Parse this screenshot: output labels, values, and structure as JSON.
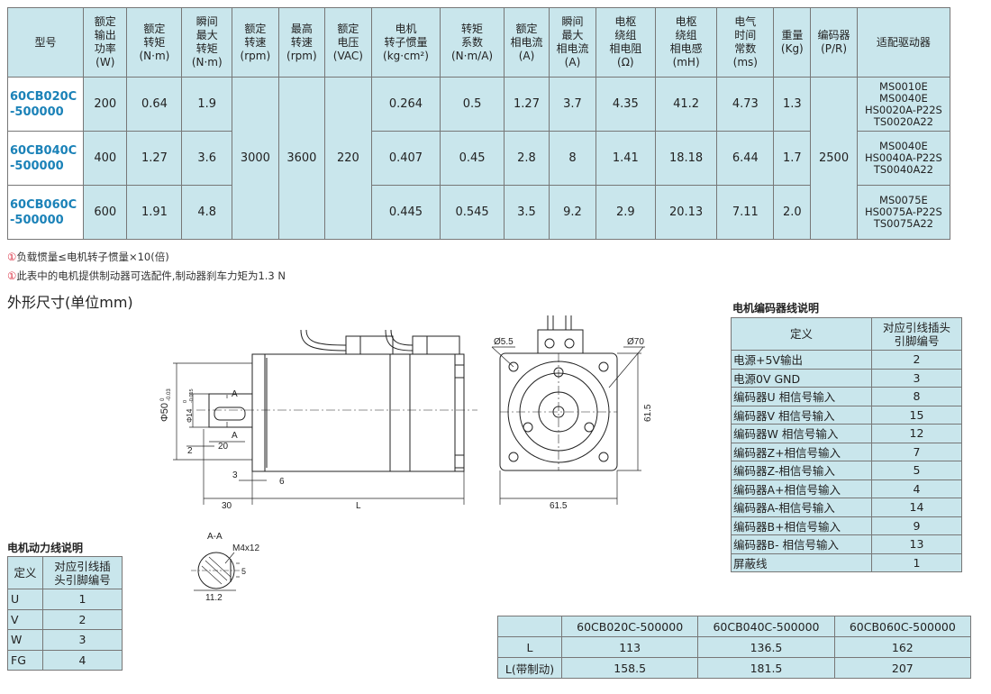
{
  "spec_table": {
    "headers": {
      "model": "型号",
      "rated_power": [
        "额定",
        "输出",
        "功率",
        "(W)"
      ],
      "rated_torque": [
        "额定",
        "转矩",
        "(N·m)"
      ],
      "peak_torque": [
        "瞬间",
        "最大",
        "转矩",
        "(N·m)"
      ],
      "rated_speed": [
        "额定",
        "转速",
        "(rpm)"
      ],
      "max_speed": [
        "最高",
        "转速",
        "(rpm)"
      ],
      "rated_voltage": [
        "额定",
        "电压",
        "(VAC)"
      ],
      "inertia": [
        "电机",
        "转子惯量",
        "(kg·cm²)"
      ],
      "torque_constant": [
        "转矩",
        "系数",
        "(N·m/A)"
      ],
      "rated_current": [
        "额定",
        "相电流",
        "(A)"
      ],
      "peak_current": [
        "瞬间",
        "最大",
        "相电流",
        "(A)"
      ],
      "resistance": [
        "电枢",
        "绕组",
        "相电阻",
        "(Ω)"
      ],
      "inductance": [
        "电枢",
        "绕组",
        "相电感",
        "(mH)"
      ],
      "time_constant": [
        "电气",
        "时间",
        "常数",
        "(ms)"
      ],
      "weight": [
        "重量",
        "(Kg)"
      ],
      "encoder": [
        "编码器",
        "(P/R)"
      ],
      "driver": "适配驱动器"
    },
    "shared": {
      "rated_speed": "3000",
      "max_speed": "3600",
      "rated_voltage": "220",
      "encoder": "2500"
    },
    "rows": [
      {
        "model": [
          "60CB020C",
          "-500000"
        ],
        "rated_power": "200",
        "rated_torque": "0.64",
        "peak_torque": "1.9",
        "inertia": "0.264",
        "torque_constant": "0.5",
        "rated_current": "1.27",
        "peak_current": "3.7",
        "resistance": "4.35",
        "inductance": "41.2",
        "time_constant": "4.73",
        "weight": "1.3",
        "driver": [
          "MS0010E",
          "MS0040E",
          "HS0020A-P22S",
          "TS0020A22"
        ]
      },
      {
        "model": [
          "60CB040C",
          "-500000"
        ],
        "rated_power": "400",
        "rated_torque": "1.27",
        "peak_torque": "3.6",
        "inertia": "0.407",
        "torque_constant": "0.45",
        "rated_current": "2.8",
        "peak_current": "8",
        "resistance": "1.41",
        "inductance": "18.18",
        "time_constant": "6.44",
        "weight": "1.7",
        "driver": [
          "MS0040E",
          "HS0040A-P22S",
          "TS0040A22"
        ]
      },
      {
        "model": [
          "60CB060C",
          "-500000"
        ],
        "rated_power": "600",
        "rated_torque": "1.91",
        "peak_torque": "4.8",
        "inertia": "0.445",
        "torque_constant": "0.545",
        "rated_current": "3.5",
        "peak_current": "9.2",
        "resistance": "2.9",
        "inductance": "20.13",
        "time_constant": "7.11",
        "weight": "2.0",
        "driver": [
          "MS0075E",
          "HS0075A-P22S",
          "TS0075A22"
        ]
      }
    ]
  },
  "notes": [
    {
      "mark": "①",
      "text": "负载惯量≤电机转子惯量×10(倍)"
    },
    {
      "mark": "①",
      "text": "此表中的电机提供制动器可选配件,制动器刹车力矩为1.3 N"
    }
  ],
  "section_title": "外形尺寸(单位mm)",
  "drawing_labels": {
    "shaft_dia": "Φ50",
    "shaft_tol": [
      "0",
      "-0.03"
    ],
    "key_dia": "Φ14",
    "key_tol": [
      "0",
      "-0.015"
    ],
    "section_mark_a": "A",
    "dim_2": "2",
    "dim_20": "20",
    "dim_3": "3",
    "dim_6": "6",
    "dim_30": "30",
    "dim_L": "L",
    "hole": "Ø5.5",
    "pcd": "Ø70",
    "flange_h": "61.5",
    "flange_w": "61.5",
    "section_title": "A-A",
    "thread": "M4x12",
    "dim_5": "5",
    "dim_11_2": "11.2"
  },
  "encoder_table": {
    "caption": "电机编码器线说明",
    "headers": [
      "定义",
      "对应引线插头引脚编号"
    ],
    "header_lines": [
      [
        "定义"
      ],
      [
        "对应引线插头",
        "引脚编号"
      ]
    ],
    "rows": [
      [
        "电源+5V输出",
        "2"
      ],
      [
        "电源0V GND",
        "3"
      ],
      [
        "编码器U 相信号输入",
        "8"
      ],
      [
        "编码器V 相信号输入",
        "15"
      ],
      [
        "编码器W 相信号输入",
        "12"
      ],
      [
        "编码器Z+相信号输入",
        "7"
      ],
      [
        "编码器Z-相信号输入",
        "5"
      ],
      [
        "编码器A+相信号输入",
        "4"
      ],
      [
        "编码器A-相信号输入",
        "14"
      ],
      [
        "编码器B+相信号输入",
        "9"
      ],
      [
        "编码器B- 相信号输入",
        "13"
      ],
      [
        "屏蔽线",
        "1"
      ]
    ]
  },
  "power_table": {
    "caption": "电机动力线说明",
    "headers": [
      "定义",
      "对应引线插头引脚编号"
    ],
    "header_lines": [
      [
        "定义"
      ],
      [
        "对应引线插",
        "头引脚编号"
      ]
    ],
    "rows": [
      [
        "U",
        "1"
      ],
      [
        "V",
        "2"
      ],
      [
        "W",
        "3"
      ],
      [
        "FG",
        "4"
      ]
    ]
  },
  "length_table": {
    "columns": [
      "60CB020C-500000",
      "60CB040C-500000",
      "60CB060C-500000"
    ],
    "rows": [
      {
        "label": "L",
        "values": [
          "113",
          "136.5",
          "162"
        ]
      },
      {
        "label": "L(带制动)",
        "values": [
          "158.5",
          "181.5",
          "207"
        ]
      }
    ]
  }
}
